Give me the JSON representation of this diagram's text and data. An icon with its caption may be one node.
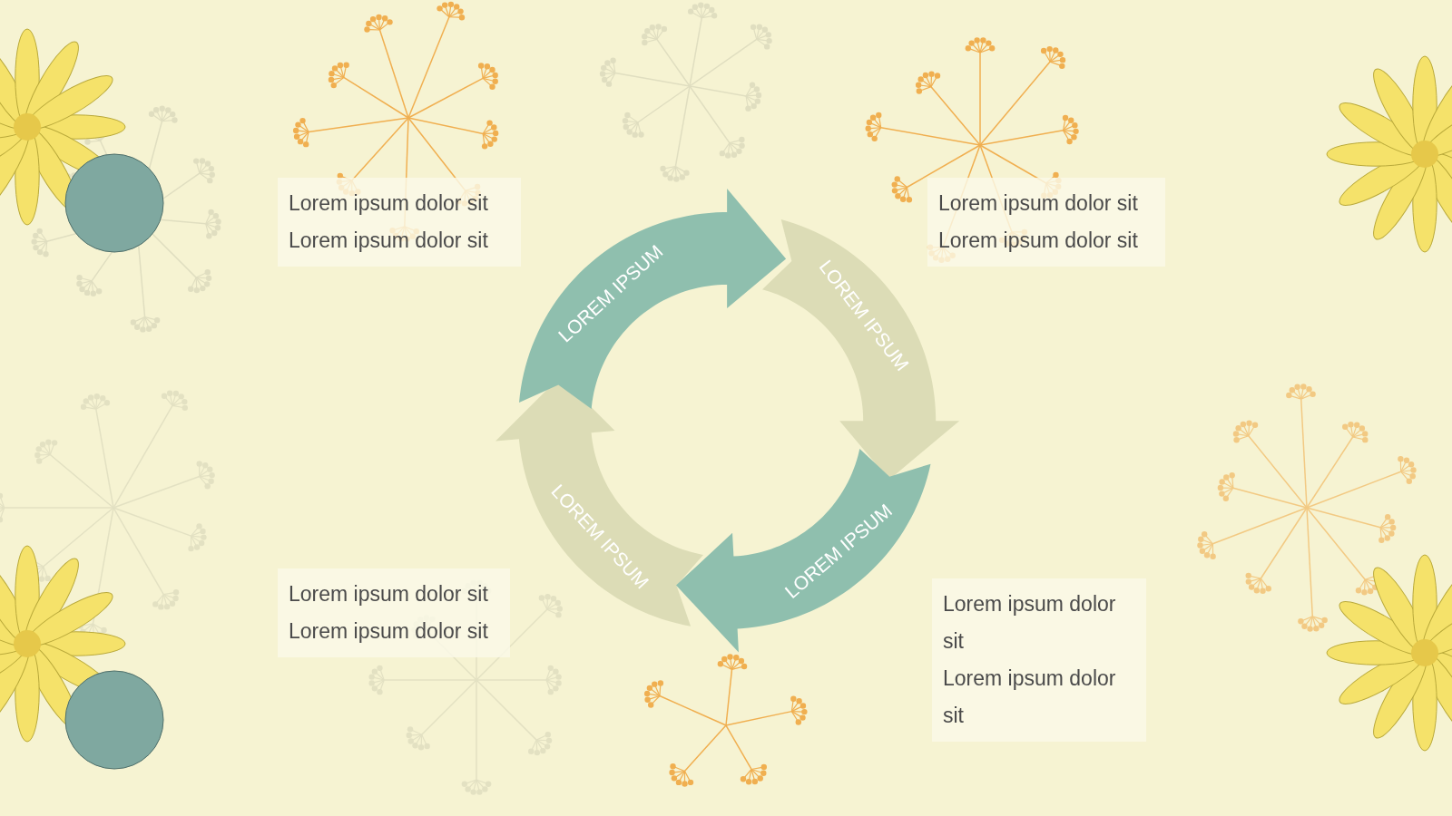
{
  "diagram": {
    "nodes": [
      {
        "text": [
          "Lorem ipsum dolor sit",
          "Lorem ipsum dolor sit"
        ]
      },
      {
        "text": [
          "LOREM IPSUM"
        ]
      },
      {
        "text": [
          "LOREM IPSUM"
        ]
      },
      {
        "text": [
          "Lorem ipsum dolor sit",
          "Lorem ipsum dolor sit"
        ]
      },
      {
        "text": [
          "LOREM IPSUM"
        ]
      },
      {
        "text": [
          "LOREM IPSUM"
        ]
      },
      {
        "text": [
          "Lorem ipsum dolor sit",
          "Lorem ipsum dolor sit"
        ]
      },
      {
        "text": [
          "Lorem ipsum dolor sit",
          "Lorem ipsum dolor sit"
        ]
      }
    ]
  }
}
